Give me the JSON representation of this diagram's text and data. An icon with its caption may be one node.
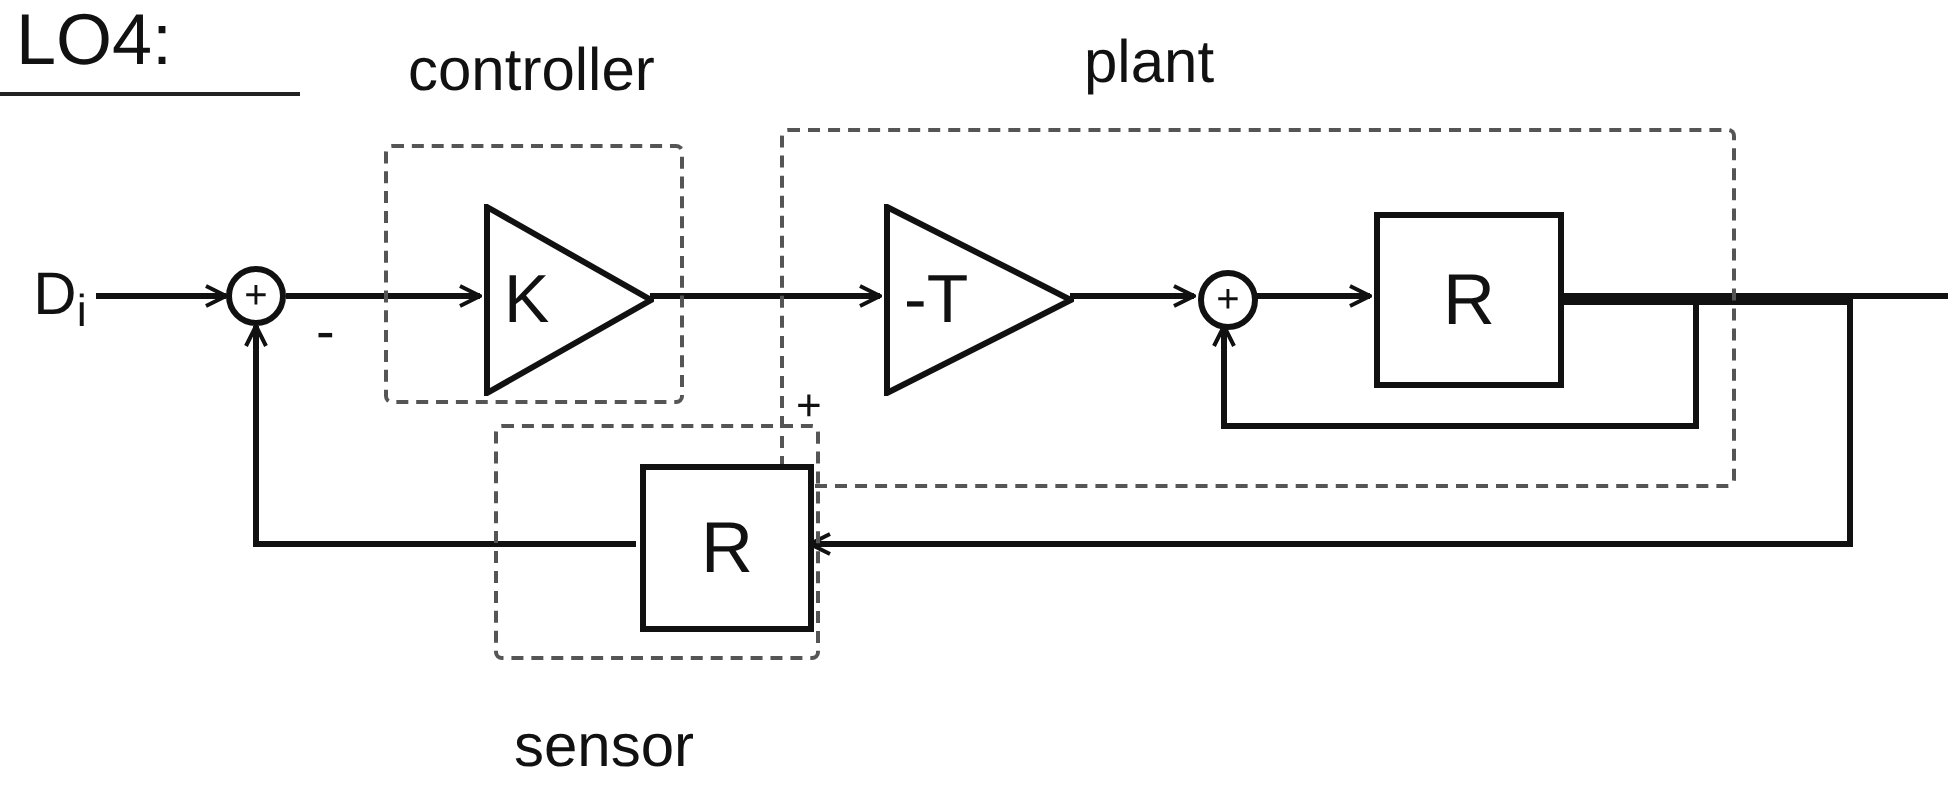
{
  "diagram": {
    "title": "LO4:",
    "nodes": [
      {
        "text": [
          "D$_{i}$"
        ]
      },
      {
        "text": [
          "+"
        ]
      },
      {
        "text": [
          "controller"
        ]
      },
      {
        "text": [
          "K"
        ],
        "in": 2
      },
      {
        "text": [
          "plant"
        ]
      },
      {
        "text": [
          "-T"
        ],
        "in": 4
      },
      {
        "text": [
          "+"
        ],
        "in": 4
      },
      {
        "text": [
          "R"
        ],
        "in": 4
      },
      {
        "text": [
          "sensor"
        ]
      },
      {
        "text": [
          "R"
        ],
        "in": 8
      }
    ],
    "edges": [
      {
        "from": 0,
        "to": 1,
        "arrow": "to"
      },
      {
        "from": 1,
        "to": 3,
        "arrow": "to"
      },
      {
        "from": 3,
        "to": 5,
        "arrow": "to"
      },
      {
        "from": 5,
        "to": 6,
        "arrow": "to"
      },
      {
        "from": 6,
        "to": 7,
        "arrow": "to"
      },
      {
        "from": 7,
        "to": null,
        "arrow": "none"
      },
      {
        "from": 7,
        "to": 6,
        "arrow": "to"
      },
      {
        "from": 7,
        "to": 9,
        "arrow": "to"
      },
      {
        "from": 9,
        "to": 1,
        "arrow": "to"
      }
    ],
    "labels": [
      "-",
      "+"
    ]
  }
}
